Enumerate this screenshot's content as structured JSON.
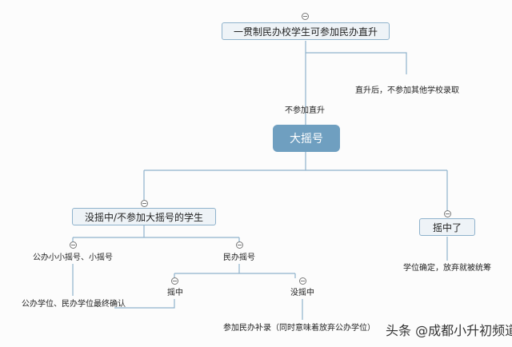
{
  "colors": {
    "line": "#8fb2cc",
    "main_node": "#6f9fc0",
    "box_fill": "#eef3f7"
  },
  "nodes": {
    "root": "一贯制民办校学生可参加民办直升",
    "direct_promotion_note": "直升后，不参加其他学校录取",
    "no_direct_label": "不参加直升",
    "big_lottery": "大摇号",
    "not_won": "没摇中/不参加大摇号的学生",
    "won": "摇中了",
    "won_note": "学位确定，放弃就被统筹",
    "public_lottery": "公办小小摇号、小摇号",
    "public_note": "公办学位、民办学位最终确认",
    "private_lottery": "民办摇号",
    "private_won": "摇中",
    "private_not_won": "没摇中",
    "private_not_won_note": "参加民办补录（同时意味着放弃公办学位）"
  },
  "watermark": "头条 @成都小升初频道"
}
